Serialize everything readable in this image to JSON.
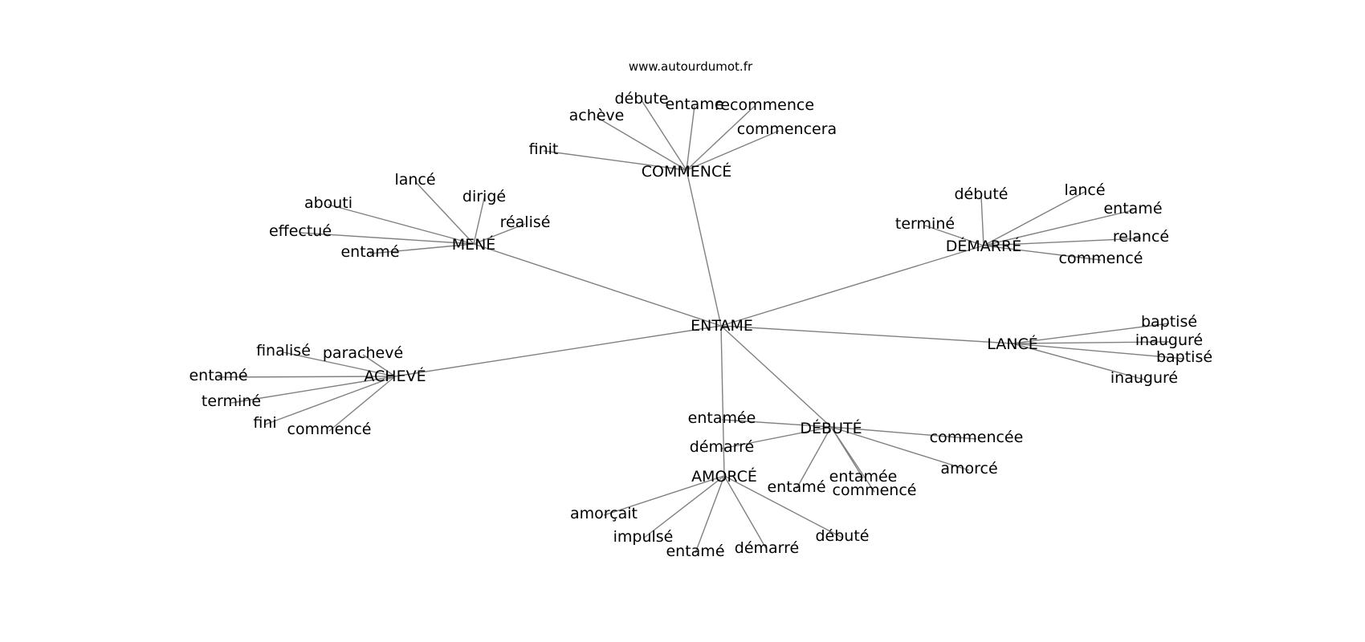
{
  "site": "www.autourdumot.fr",
  "center": "ENTAME",
  "colors": {
    "edge": "#808080",
    "text": "#000000",
    "background": "#ffffff"
  },
  "groups": [
    {
      "label": "COMMENCÉ",
      "words": [
        "finit",
        "achève",
        "débute",
        "entame",
        "recommence",
        "commencera"
      ]
    },
    {
      "label": "MENÉ",
      "words": [
        "lancé",
        "dirigé",
        "abouti",
        "réalisé",
        "effectué",
        "entamé"
      ]
    },
    {
      "label": "DÉMARRÉ",
      "words": [
        "débuté",
        "lancé",
        "entamé",
        "terminé",
        "relancé",
        "commencé"
      ]
    },
    {
      "label": "LANCÉ",
      "words": [
        "baptisé",
        "inauguré",
        "baptisé",
        "inauguré"
      ]
    },
    {
      "label": "ACHEVÉ",
      "words": [
        "finalisé",
        "parachevé",
        "entamé",
        "terminé",
        "fini",
        "commencé"
      ]
    },
    {
      "label": "DÉBUTÉ",
      "words": [
        "entamée",
        "démarré",
        "commencée",
        "amorcé",
        "entamé",
        "entamée",
        "commencé"
      ]
    },
    {
      "label": "AMORCÉ",
      "words": [
        "amorçait",
        "impulsé",
        "entamé",
        "démarré",
        "débuté"
      ]
    }
  ]
}
